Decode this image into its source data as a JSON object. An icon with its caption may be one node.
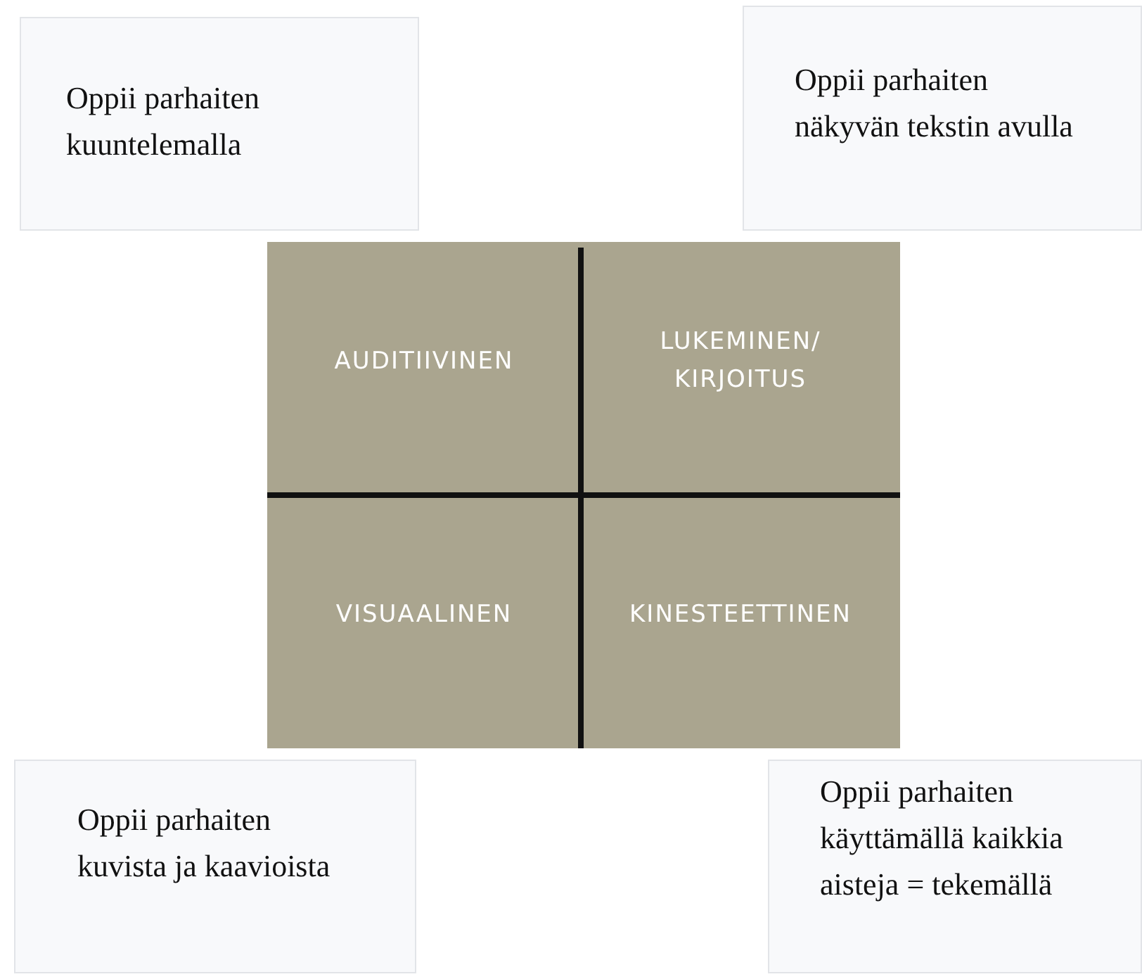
{
  "diagram": {
    "nodes": [
      {
        "text": [
          "Oppii parhaiten kuuntelemalla"
        ]
      },
      {
        "text": [
          "Oppii parhaiten näkyvän tekstin avulla"
        ]
      },
      {
        "text": [
          "AUDITIIVINEN"
        ]
      },
      {
        "text": [
          "LUKEMINEN/ KIRJOITUS"
        ]
      },
      {
        "text": [
          "VISUAALINEN"
        ]
      },
      {
        "text": [
          "KINESTEETTINEN"
        ]
      },
      {
        "text": [
          "Oppii parhaiten kuvista ja kaavioista"
        ]
      },
      {
        "text": [
          "Oppii parhaiten käyttämällä kaikkia aisteja = tekemällä"
        ]
      }
    ],
    "edges": []
  }
}
